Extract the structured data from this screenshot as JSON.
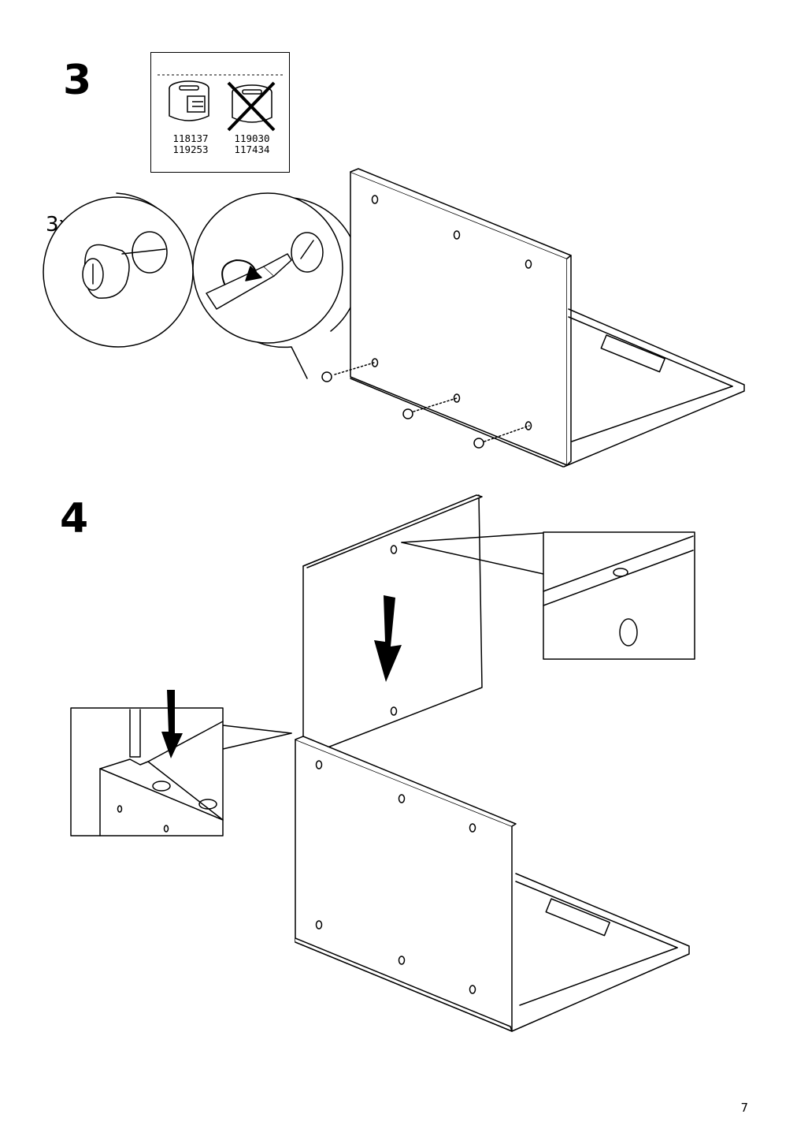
{
  "steps": {
    "step3_number": "3",
    "step4_number": "4"
  },
  "part_box": {
    "allowed_codes": [
      "118137",
      "119253"
    ],
    "forbidden_codes": [
      "119030",
      "117434"
    ]
  },
  "callout": {
    "quantity": "3x",
    "codes": [
      "118137",
      "119253"
    ]
  },
  "page": {
    "number": "7"
  },
  "icons": [
    "cam-lock-icon",
    "cross-out-icon",
    "screwdriver-icon",
    "rotate-arrow-icon",
    "down-arrow-icon"
  ]
}
